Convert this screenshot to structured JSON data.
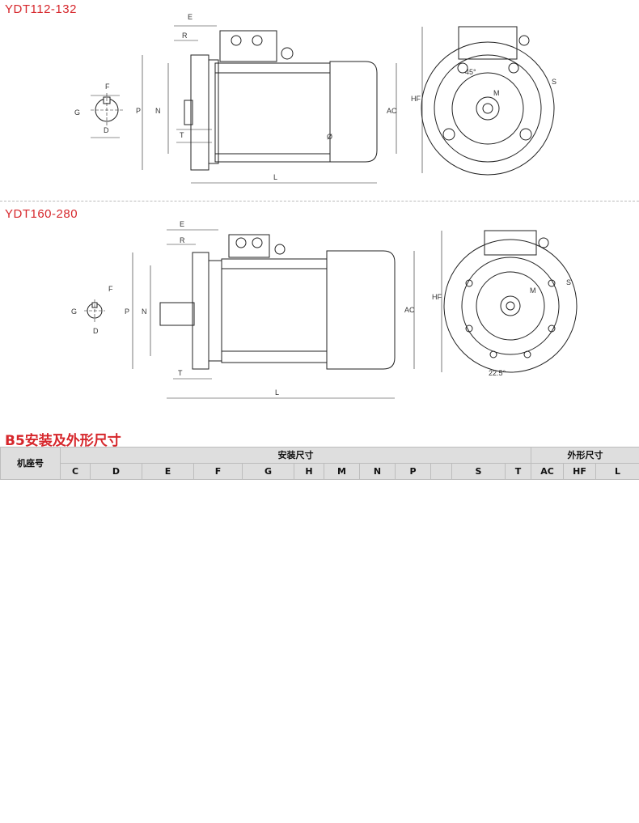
{
  "sections": {
    "s1_title": "YDT112-132",
    "s2_title": "YDT160-280",
    "b5_title": "B5安装及外形尺寸"
  },
  "drawing1": {
    "labels": {
      "E": "E",
      "R": "R",
      "F": "F",
      "G": "G",
      "D": "D",
      "P": "P",
      "N": "N",
      "T": "T",
      "L": "L",
      "AC": "AC",
      "HF": "HF",
      "M": "M",
      "S": "S",
      "angle": "45°",
      "dia": "Ø"
    }
  },
  "drawing2": {
    "labels": {
      "E": "E",
      "R": "R",
      "F": "F",
      "G": "G",
      "D": "D",
      "P": "P",
      "N": "N",
      "T": "T",
      "L": "L",
      "AC": "AC",
      "HF": "HF",
      "M": "M",
      "S": "S",
      "angle": "22.5°"
    }
  },
  "table": {
    "frame_header": "机座号",
    "install_header": "安装尺寸",
    "outline_header": "外形尺寸",
    "columns": [
      "C",
      "D",
      "E",
      "F",
      "G",
      "H",
      "M",
      "N",
      "P",
      "",
      "S",
      "T",
      "AC",
      "HF",
      "L"
    ]
  }
}
